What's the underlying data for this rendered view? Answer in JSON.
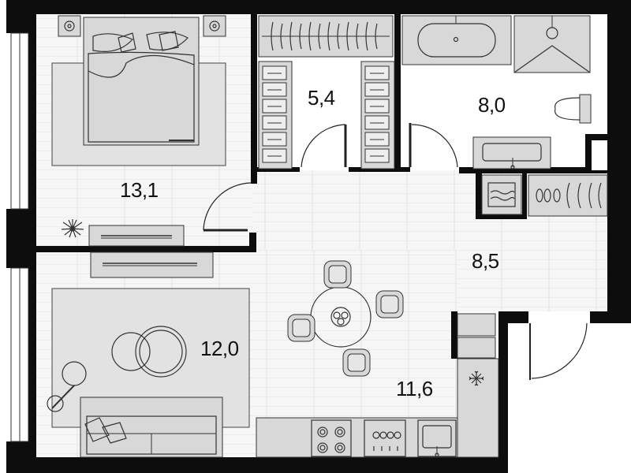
{
  "plan": {
    "rooms": [
      {
        "id": "bedroom",
        "area": "13,1"
      },
      {
        "id": "wardrobe",
        "area": "5,4"
      },
      {
        "id": "bathroom",
        "area": "8,0"
      },
      {
        "id": "hallway",
        "area": "8,5"
      },
      {
        "id": "living-room",
        "area": "12,0"
      },
      {
        "id": "kitchen",
        "area": "11,6"
      }
    ],
    "colors": {
      "wall": "#0d0d0d",
      "floor_wood": "#f4f4f4",
      "furniture": "#d8d8d8",
      "outline": "#333333"
    }
  }
}
